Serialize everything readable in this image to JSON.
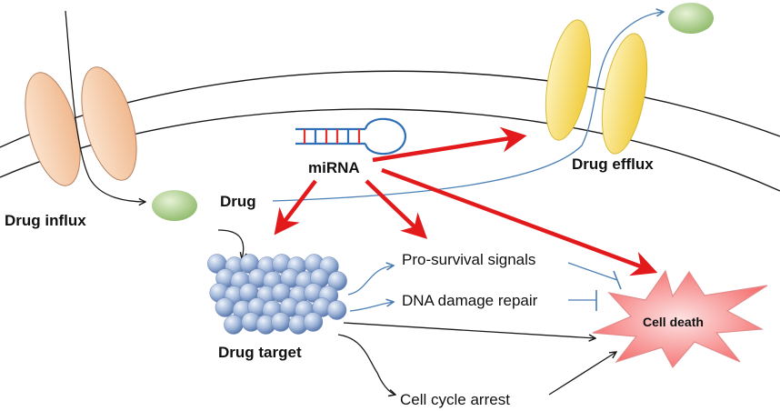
{
  "labels": {
    "drug_influx": "Drug influx",
    "drug": "Drug",
    "drug_target": "Drug target",
    "mirna": "miRNA",
    "drug_efflux": "Drug efflux",
    "pro_survival": "Pro-survival signals",
    "dna_repair": "DNA damage repair",
    "cell_cycle": "Cell cycle arrest",
    "cell_death": "Cell death"
  },
  "colors": {
    "membrane": "#1a1a1a",
    "influx_transporter_fill": "#f6c9a5",
    "influx_transporter_stroke": "#b88060",
    "efflux_transporter_fill": "#f5d760",
    "efflux_transporter_stroke": "#d6b93b",
    "drug_molecule": "#a8cc86",
    "drug_target": "#8ea7cf",
    "mirna_stem": "#2f6fb5",
    "mirna_base": "#e03030",
    "regulation_arrow": "#e31a1c",
    "signal_arrow": "#4a7fb5",
    "cell_death_fill": "#f56a6a",
    "cell_death_stroke": "#e48a8a"
  }
}
